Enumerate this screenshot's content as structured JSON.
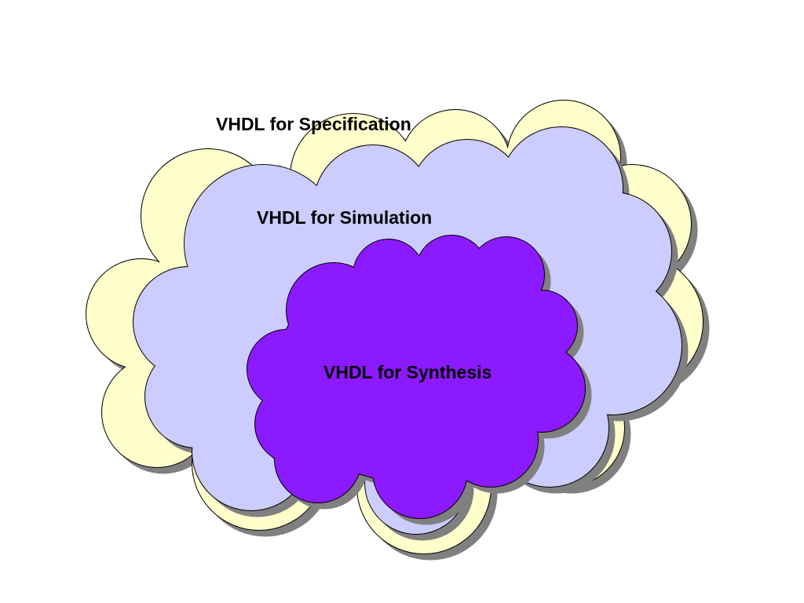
{
  "labels": {
    "specification": "VHDL for Specification",
    "simulation": "VHDL for Simulation",
    "synthesis": "VHDL for Synthesis"
  },
  "colors": {
    "specification_fill": "#ffffcc",
    "simulation_fill": "#ccccff",
    "synthesis_fill": "#8c1aff",
    "shadow": "#808080",
    "outline": "#000000"
  }
}
